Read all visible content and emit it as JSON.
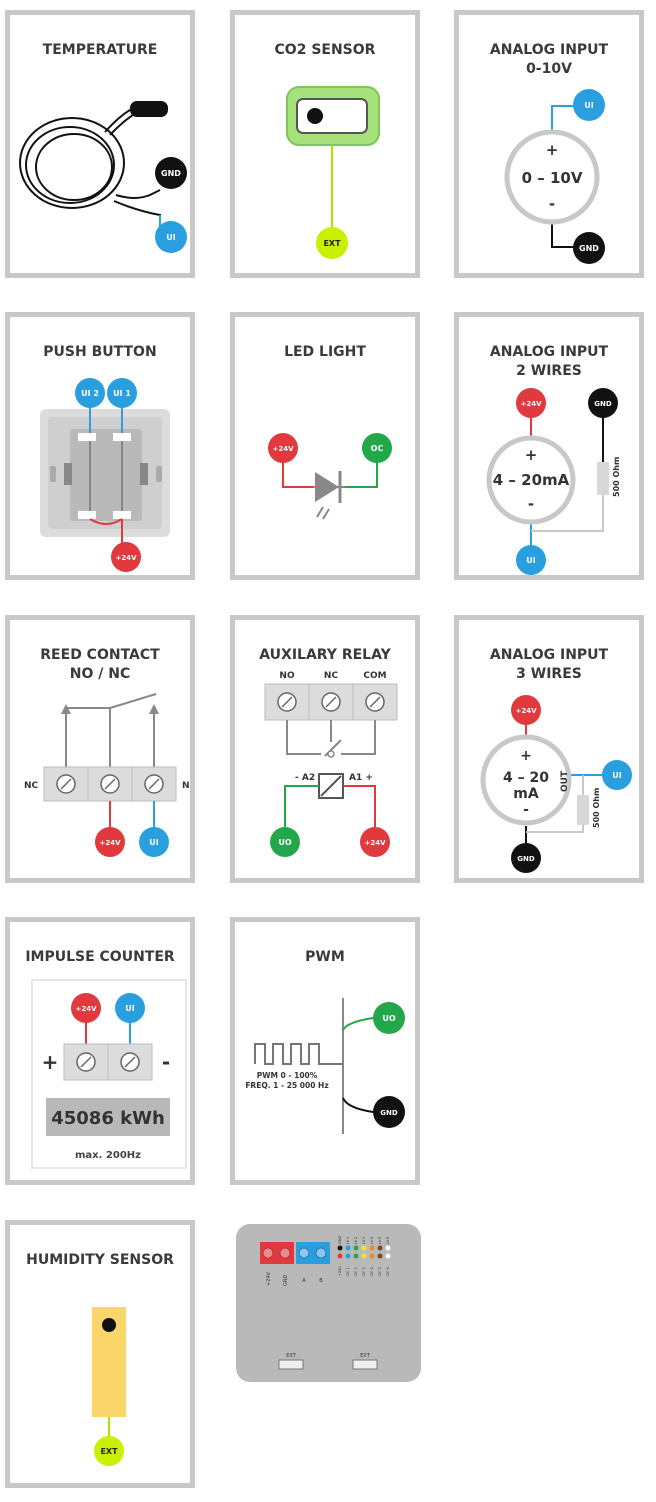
{
  "colors": {
    "border": "#c8c8c8",
    "black": "#111111",
    "blue": "#2a9fe0",
    "red": "#e0393e",
    "green": "#22a84a",
    "lime": "#c8f000",
    "yellow": "#f9d56a",
    "grey": "#b5b5b5"
  },
  "cards": {
    "temperature": {
      "title": "TEMPERATURE",
      "gnd": "GND",
      "ui": "UI"
    },
    "co2": {
      "title": "CO2 SENSOR",
      "ext": "EXT"
    },
    "analog010": {
      "title1": "ANALOG INPUT",
      "title2": "0-10V",
      "ui": "UI",
      "plus": "+",
      "range": "0 – 10V",
      "minus": "-",
      "gnd": "GND"
    },
    "push": {
      "title": "PUSH BUTTON",
      "ui2": "UI 2",
      "ui1": "UI 1",
      "v24": "+24V"
    },
    "led": {
      "title": "LED LIGHT",
      "v24": "+24V",
      "oc": "OC"
    },
    "analog2w": {
      "title1": "ANALOG INPUT",
      "title2": "2 WIRES",
      "v24": "+24V",
      "gnd": "GND",
      "plus": "+",
      "range": "4 – 20mA",
      "minus": "-",
      "ohm": "500 Ohm",
      "ui": "UI"
    },
    "reed": {
      "title1": "REED CONTACT",
      "title2": "NO / NC",
      "nc": "NC",
      "no": "NO",
      "v24": "+24V",
      "ui": "UI"
    },
    "relay": {
      "title": "AUXILARY RELAY",
      "no": "NO",
      "nc": "NC",
      "com": "COM",
      "a2": "- A2",
      "a1": "A1 +",
      "uo": "UO",
      "v24": "+24V"
    },
    "analog3w": {
      "title1": "ANALOG INPUT",
      "title2": "3 WIRES",
      "v24": "+24V",
      "plus": "+",
      "range1": "4 – 20",
      "range2": "mA",
      "minus": "-",
      "out": "OUT",
      "ohm": "500 Ohm",
      "ui": "UI",
      "gnd": "GND"
    },
    "impulse": {
      "title": "IMPULSE COUNTER",
      "v24": "+24V",
      "ui": "UI",
      "plus": "+",
      "minus": "-",
      "reading": "45086 kWh",
      "max": "max. 200Hz"
    },
    "pwm": {
      "title": "PWM",
      "uo": "UO",
      "gnd": "GND",
      "line1": "PWM 0 - 100%",
      "line2": "FREQ. 1 - 25 000 Hz"
    },
    "humidity": {
      "title": "HUMIDITY SENSOR",
      "ext": "EXT"
    }
  },
  "device": {
    "terminals": [
      "+24V",
      "GND",
      "A",
      "B"
    ],
    "pins": [
      "+24V",
      "GND",
      "OC 1",
      "UI 1",
      "OC 2",
      "UI 2",
      "OC 3",
      "UI 3",
      "OC 4",
      "UI 4",
      "OC 5",
      "UI 5",
      "OC 6",
      "UI 6"
    ],
    "ext1": "EXT",
    "ext2": "EXT"
  }
}
